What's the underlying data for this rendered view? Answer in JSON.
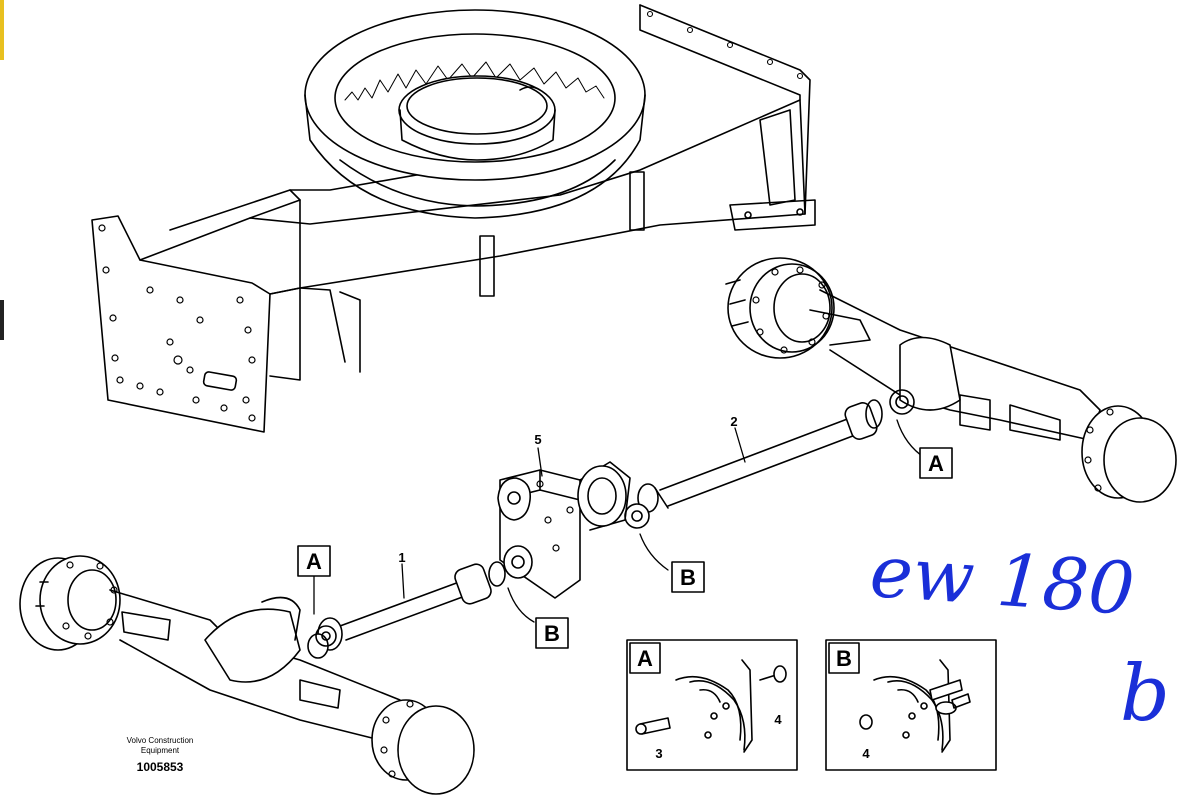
{
  "callouts": {
    "part1": "1",
    "part2": "2",
    "part3": "3",
    "part4a": "4",
    "part4b": "4",
    "part5": "5",
    "view_a": "A",
    "view_b": "B"
  },
  "footer": {
    "line1": "Volvo Construction",
    "line2": "Equipment",
    "code": "1005853"
  },
  "handwriting": {
    "line1": "ew 180",
    "line2": "b"
  },
  "colors": {
    "ink": "#000000",
    "handwriting": "#1a2fd8",
    "edge_tab": "#e8c020"
  }
}
